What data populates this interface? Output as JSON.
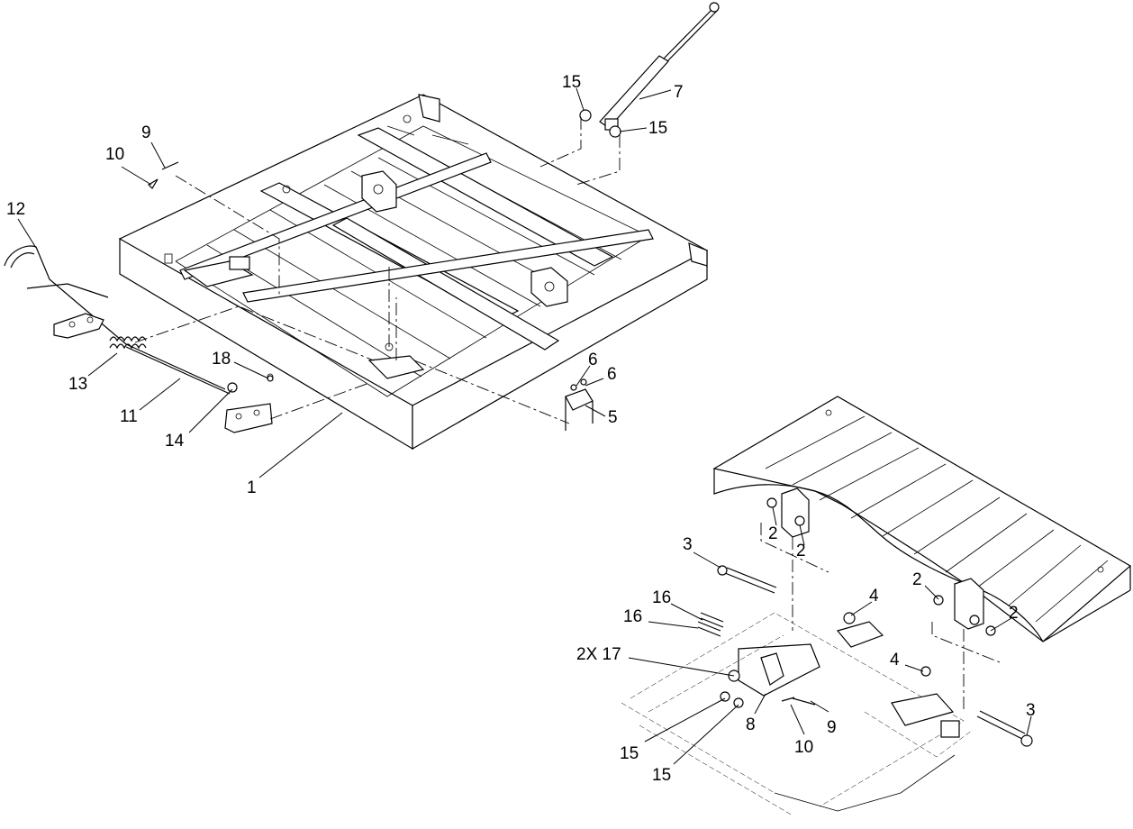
{
  "callouts": [
    {
      "id": "c1",
      "text": "1"
    },
    {
      "id": "c2a",
      "text": "2"
    },
    {
      "id": "c2b",
      "text": "2"
    },
    {
      "id": "c2c",
      "text": "2"
    },
    {
      "id": "c2d",
      "text": "2"
    },
    {
      "id": "c3a",
      "text": "3"
    },
    {
      "id": "c3b",
      "text": "3"
    },
    {
      "id": "c4a",
      "text": "4"
    },
    {
      "id": "c4b",
      "text": "4"
    },
    {
      "id": "c5",
      "text": "5"
    },
    {
      "id": "c6a",
      "text": "6"
    },
    {
      "id": "c6b",
      "text": "6"
    },
    {
      "id": "c7",
      "text": "7"
    },
    {
      "id": "c8",
      "text": "8"
    },
    {
      "id": "c9a",
      "text": "9"
    },
    {
      "id": "c9b",
      "text": "9"
    },
    {
      "id": "c10a",
      "text": "10"
    },
    {
      "id": "c10b",
      "text": "10"
    },
    {
      "id": "c11",
      "text": "11"
    },
    {
      "id": "c12",
      "text": "12"
    },
    {
      "id": "c13",
      "text": "13"
    },
    {
      "id": "c14",
      "text": "14"
    },
    {
      "id": "c15a",
      "text": "15"
    },
    {
      "id": "c15b",
      "text": "15"
    },
    {
      "id": "c15c",
      "text": "15"
    },
    {
      "id": "c15d",
      "text": "15"
    },
    {
      "id": "c16a",
      "text": "16"
    },
    {
      "id": "c16b",
      "text": "16"
    },
    {
      "id": "c17",
      "text": "2X 17"
    },
    {
      "id": "c18",
      "text": "18"
    }
  ]
}
